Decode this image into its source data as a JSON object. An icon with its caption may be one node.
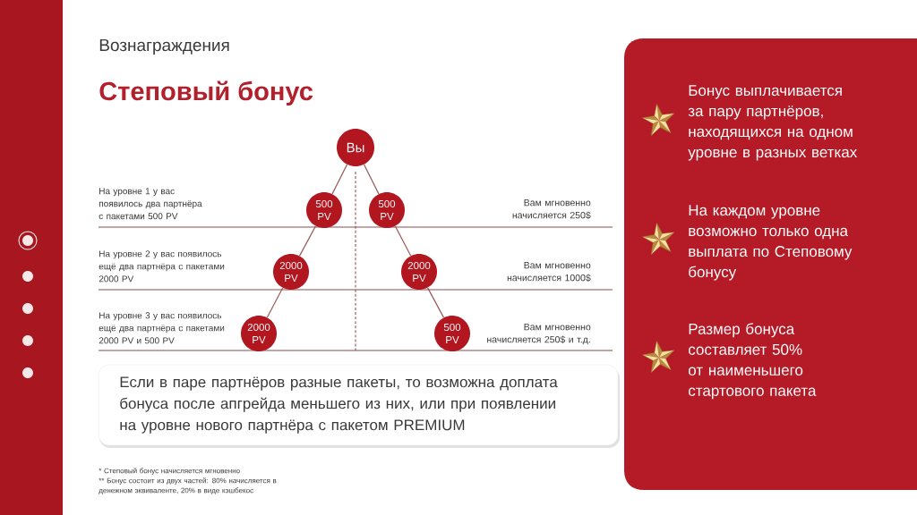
{
  "diagram": {
    "title": "Степовый бонус",
    "nodes": [
      {
        "text": [
          "Вы"
        ]
      },
      {
        "text": [
          "500 PV"
        ]
      },
      {
        "text": [
          "500 PV"
        ]
      },
      {
        "text": [
          "2000 PV"
        ]
      },
      {
        "text": [
          "2000 PV"
        ]
      },
      {
        "text": [
          "2000 PV"
        ]
      },
      {
        "text": [
          "500 PV"
        ]
      },
      {
        "text": [
          "Если в паре партнёров разные пакеты, то возможна доплата бонуса после апгрейда меньшего из них, или при появлении на уровне нового партнёра с пакетом PREMIUM"
        ]
      },
      {
        "text": [
          "Бонус выплачивается за пару партнёров, находящихся на одном уровне в разных ветках",
          "На каждом уровне возможно только одна выплата по Степовому бонусу",
          "Размер бонуса составляет 50% от наименьшего стартового пакета"
        ]
      }
    ],
    "edges": [
      {
        "from": 0,
        "to": 1,
        "arrow": "none"
      },
      {
        "from": 0,
        "to": 2,
        "arrow": "none"
      },
      {
        "from": 1,
        "to": 3,
        "arrow": "none"
      },
      {
        "from": 2,
        "to": 4,
        "arrow": "none"
      },
      {
        "from": 3,
        "to": 5,
        "arrow": "none"
      },
      {
        "from": 4,
        "to": 6,
        "arrow": "none"
      }
    ],
    "labels": [
      "Вознаграждения",
      "На уровне 1 у вас появилось два партнёра с пакетами 500 PV",
      "Вам мгновенно начисляется 250$",
      "На уровне 2 у вас появилось ещё два партнёра с пакетами 2000 PV",
      "Вам мгновенно начисляется 1000$",
      "На уровне 3 у вас появилось ещё два партнёра с пакетами 2000 PV и 500 PV",
      "Вам мгновенно начисляется 250$ и т.д.",
      "* Степовый бонус начисляется мгновенно",
      "** Бонус состоит из двух частей: 80% начисляется в денежном эквиваленте, 20% в виде кэшбекос"
    ]
  }
}
